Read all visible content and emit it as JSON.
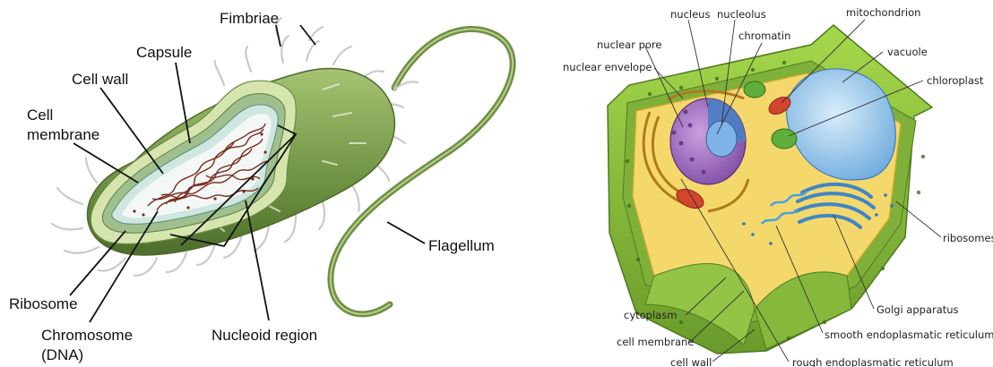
{
  "prokaryote": {
    "labels": {
      "fimbriae": "Fimbriae",
      "capsule": "Capsule",
      "cell_wall": "Cell wall",
      "cell_membrane_1": "Cell",
      "cell_membrane_2": "membrane",
      "flagellum": "Flagellum",
      "ribosome": "Ribosome",
      "chromosome_1": "Chromosome",
      "chromosome_2": "(DNA)",
      "nucleoid": "Nucleoid region"
    }
  },
  "plant_cell": {
    "labels": {
      "nucleus": "nucleus",
      "nucleolus": "nucleolus",
      "mitochondrion": "mitochondrion",
      "nuclear_pore": "nuclear pore",
      "chromatin": "chromatin",
      "vacuole": "vacuole",
      "nuclear_envelope": "nuclear envelope",
      "chloroplast": "chloroplast",
      "ribosomes": "ribosomes",
      "golgi": "Golgi apparatus",
      "cytoplasm": "cytoplasm",
      "smooth_er": "smooth endoplasmatic reticulum",
      "cell_membrane": "cell membrane",
      "cell_wall": "cell wall",
      "rough_er": "rough endoplasmatic reticulum"
    }
  },
  "colors": {
    "bacteria_body": "#7fa04e",
    "bacteria_capsule": "#c9dc9a",
    "dna": "#7a2a1e",
    "plant_wall": "#8fc23f",
    "cytoplasm": "#f2d36a",
    "vacuole": "#9cc9ec",
    "nucleus": "#a46fc4"
  }
}
